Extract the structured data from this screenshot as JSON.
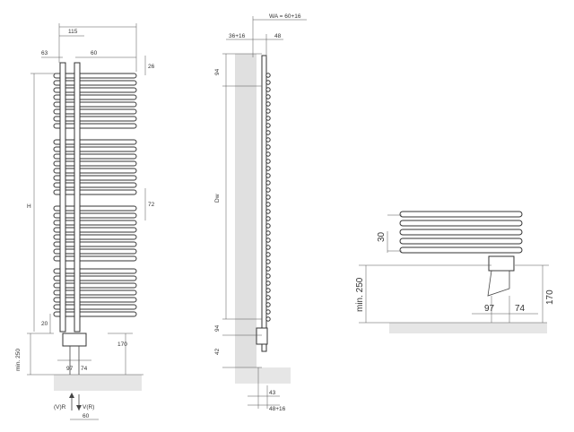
{
  "front_view": {
    "top_total": "115",
    "top_left": "63",
    "top_mid": "60",
    "top_right": "26",
    "height_label": "H",
    "mid_right": "72",
    "bottom_left": "20",
    "bottom_min": "min. 250",
    "bottom_right": "170",
    "bottom_97": "97",
    "bottom_74": "74",
    "flow_left": "(V)R",
    "flow_right": "V(R)",
    "flow_dist": "60"
  },
  "side_view": {
    "wa": "WA = 60+16",
    "top_left": "36+16",
    "top_right": "48",
    "top_vert": "94",
    "height_label": "Dw",
    "bottom_vert1": "94",
    "bottom_vert2": "42",
    "bottom_43": "43",
    "bottom_48": "48+16"
  },
  "detail_view": {
    "dim_30": "30",
    "dim_min250": "min. 250",
    "dim_170": "170",
    "dim_97": "97",
    "dim_74": "74"
  }
}
